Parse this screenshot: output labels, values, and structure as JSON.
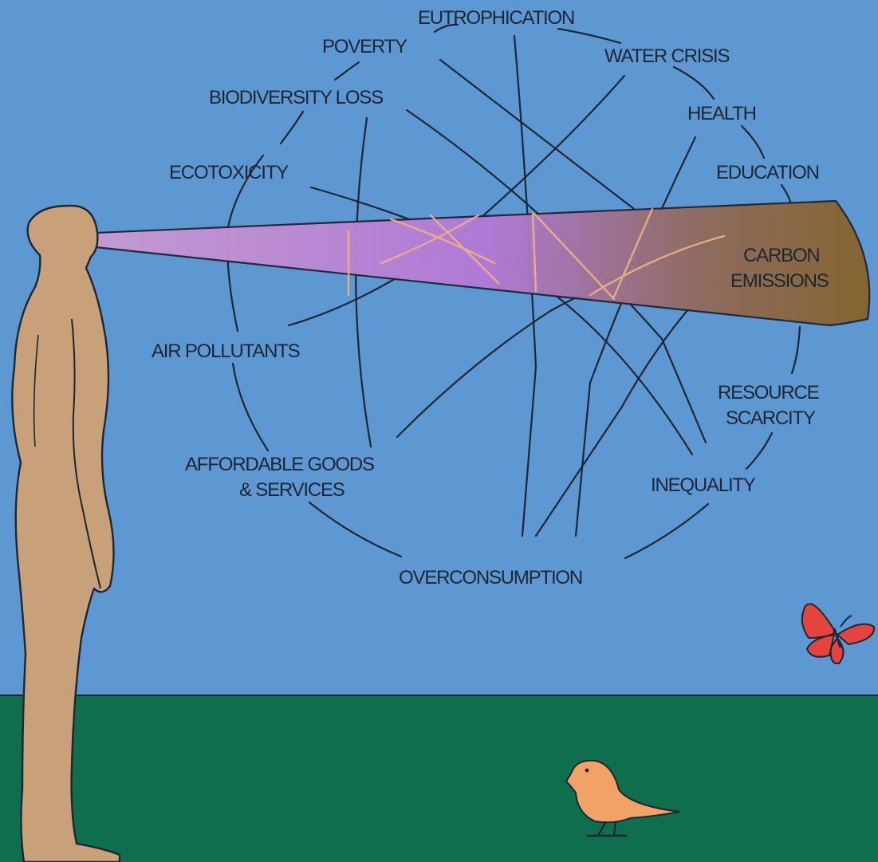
{
  "labels": {
    "eutrophication": "EUTROPHICATION",
    "poverty": "POVERTY",
    "water_crisis": "WATER CRISIS",
    "biodiversity_loss": "BIODIVERSITY LOSS",
    "health": "HEALTH",
    "ecotoxicity": "ECOTOXICITY",
    "education": "EDUCATION",
    "carbon_emissions": [
      "CARBON",
      "EMISSIONS"
    ],
    "air_pollutants": "AIR POLLUTANTS",
    "resource_scarcity": [
      "RESOURCE",
      "SCARCITY"
    ],
    "affordable_goods": [
      "AFFORDABLE GOODS",
      "& SERVICES"
    ],
    "inequality": "INEQUALITY",
    "overconsumption": "OVERCONSUMPTION"
  },
  "colors": {
    "sky": "#5e98d2",
    "ground": "#0f6e4d",
    "human": "#c8a17a",
    "outline": "#1d2633",
    "beam_start": "#c79ad0",
    "beam_mid": "#b27ad8",
    "beam_end": "#8a6a2c",
    "butterfly": "#e4443d",
    "bird": "#f2a266"
  },
  "figures": [
    "human-silhouette",
    "butterfly",
    "bird"
  ]
}
